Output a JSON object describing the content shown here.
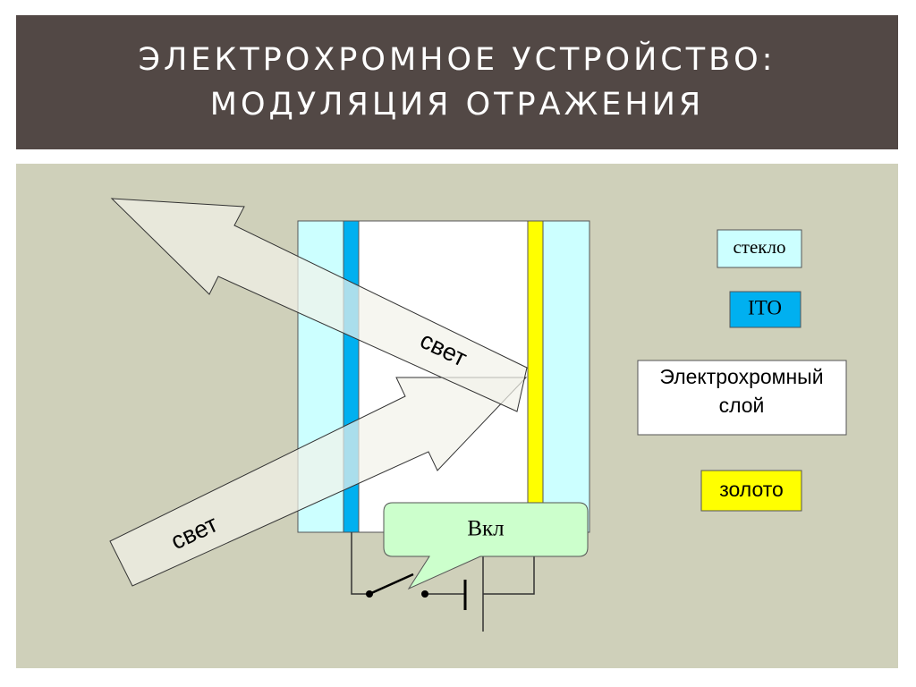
{
  "slide": {
    "title": "Электрохромное устройство:\nмодуляция отражения"
  },
  "diagram": {
    "arrow_in_label": "свет",
    "arrow_out_label": "свет",
    "callout_label": "Вкл",
    "legend": {
      "glass": "стекло",
      "ito": "ITO",
      "ec_layer_line1": "Электрохромный",
      "ec_layer_line2": "слой",
      "gold": "золото"
    }
  },
  "colors": {
    "title_bg": "#524845",
    "content_bg": "#cfd0ba",
    "glass": "#ccffff",
    "ito": "#00b0f0",
    "ec_layer": "#ffffff",
    "gold": "#ffff00",
    "callout": "#ccffcc"
  }
}
